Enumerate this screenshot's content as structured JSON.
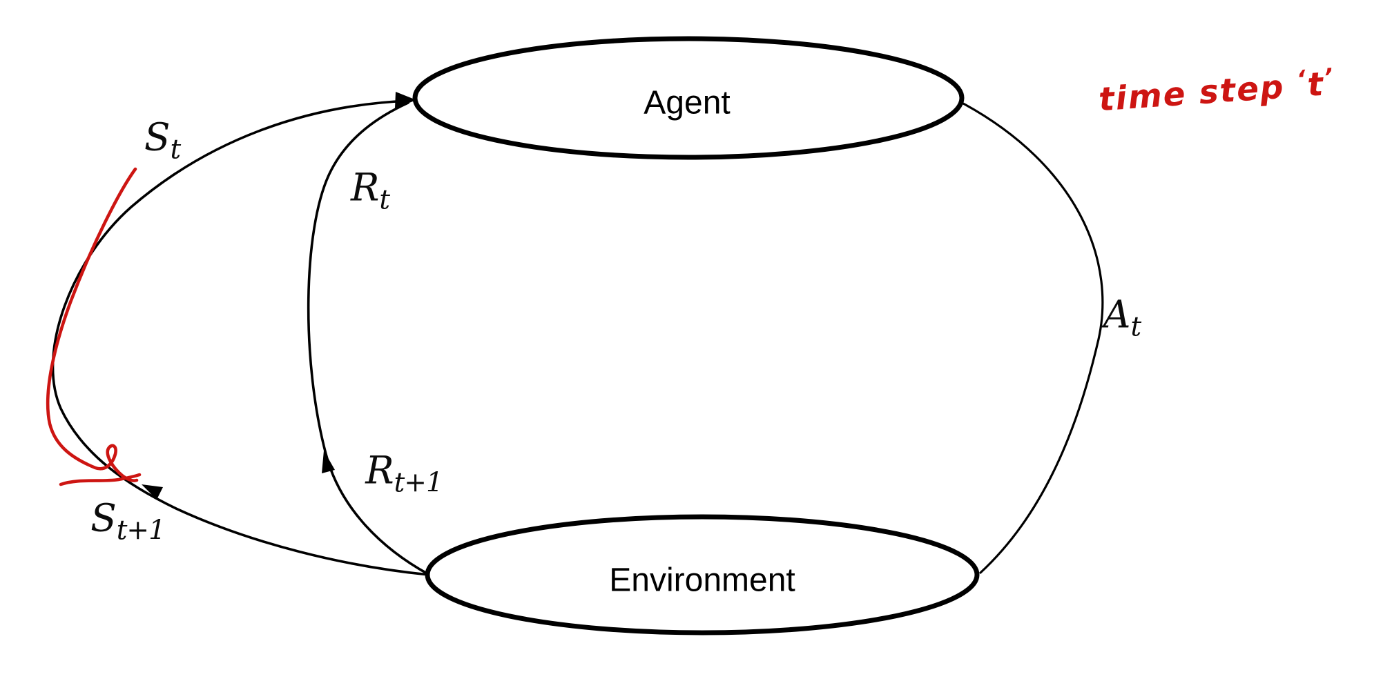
{
  "diagram": {
    "title": "Agent-Environment interaction loop (reinforcement learning)",
    "colors": {
      "background": "#ffffff",
      "ink": "#000000",
      "annotation_red": "#cd1512"
    },
    "nodes": {
      "agent": {
        "label": "Agent"
      },
      "environment": {
        "label": "Environment"
      }
    },
    "edge_labels": {
      "state_t": {
        "main": "S",
        "sub": "t"
      },
      "reward_t": {
        "main": "R",
        "sub": "t"
      },
      "reward_t1": {
        "main": "R",
        "sub": "t+1"
      },
      "state_t1": {
        "main": "S",
        "sub": "t+1"
      },
      "action_t": {
        "main": "A",
        "sub": "t"
      }
    },
    "annotation": {
      "text_before_quote": "time step",
      "quoted_symbol": "t",
      "open_quote": "‘",
      "close_quote": "’"
    }
  }
}
